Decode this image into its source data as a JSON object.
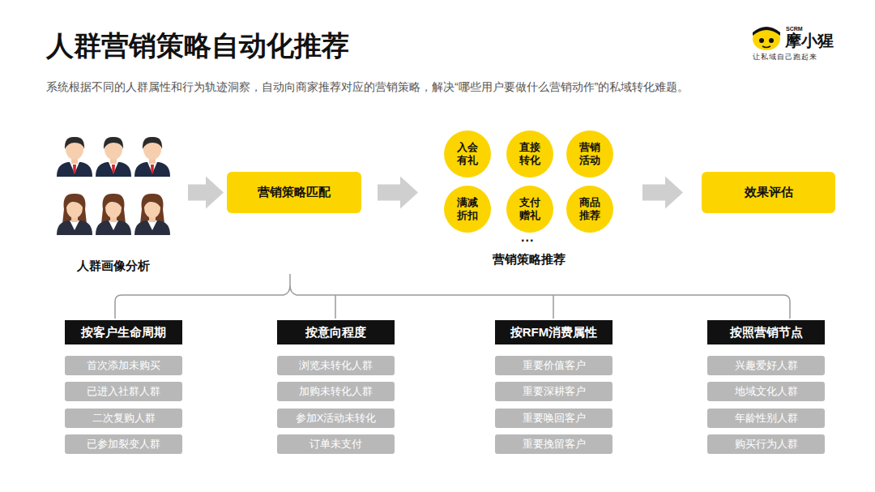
{
  "diagram": {
    "title": "人群营销策略自动化推荐",
    "caption": "系统根据不同的人群属性和行为轨迹洞察，自动向商家推荐对应的营销策略，解决“哪些用户要做什么营销动作”的私域转化难题。",
    "nodes": [
      {
        "text": [
          "人群画像分析"
        ]
      },
      {
        "text": [
          "营销策略匹配"
        ]
      },
      {
        "text": [
          "营销策略推荐"
        ]
      },
      {
        "text": [
          "入会 有礼"
        ],
        "in": 2
      },
      {
        "text": [
          "直接 转化"
        ],
        "in": 2
      },
      {
        "text": [
          "营销 活动"
        ],
        "in": 2
      },
      {
        "text": [
          "满减 折扣"
        ],
        "in": 2
      },
      {
        "text": [
          "支付 赠礼"
        ],
        "in": 2
      },
      {
        "text": [
          "商品 推荐"
        ],
        "in": 2
      },
      {
        "text": [
          "效果评估"
        ]
      },
      {
        "text": [
          "按客户生命周期"
        ]
      },
      {
        "text": [
          "首次添加未购买"
        ]
      },
      {
        "text": [
          "已进入社群人群"
        ]
      },
      {
        "text": [
          "二次复购人群"
        ]
      },
      {
        "text": [
          "已参加裂变人群"
        ]
      },
      {
        "text": [
          "按意向程度"
        ]
      },
      {
        "text": [
          "浏览未转化人群"
        ]
      },
      {
        "text": [
          "加购未转化人群"
        ]
      },
      {
        "text": [
          "参加X活动未转化"
        ]
      },
      {
        "text": [
          "订单未支付"
        ]
      },
      {
        "text": [
          "按RFM消费属性"
        ]
      },
      {
        "text": [
          "重要价值客户"
        ]
      },
      {
        "text": [
          "重要深耕客户"
        ]
      },
      {
        "text": [
          "重要唤回客户"
        ]
      },
      {
        "text": [
          "重要挽留客户"
        ]
      },
      {
        "text": [
          "按照营销节点"
        ]
      },
      {
        "text": [
          "兴趣爱好人群"
        ]
      },
      {
        "text": [
          "地域文化人群"
        ]
      },
      {
        "text": [
          "年龄性别人群"
        ]
      },
      {
        "text": [
          "购买行为人群"
        ]
      }
    ],
    "edges": [
      {
        "from": 0,
        "to": 1,
        "arrow": "to"
      },
      {
        "from": 1,
        "to": 2,
        "arrow": "to"
      },
      {
        "from": 2,
        "to": 9,
        "arrow": "to"
      }
    ],
    "labels": [
      "...",
      "SCRM",
      "摩小猩",
      "让私域自己跑起来"
    ]
  }
}
